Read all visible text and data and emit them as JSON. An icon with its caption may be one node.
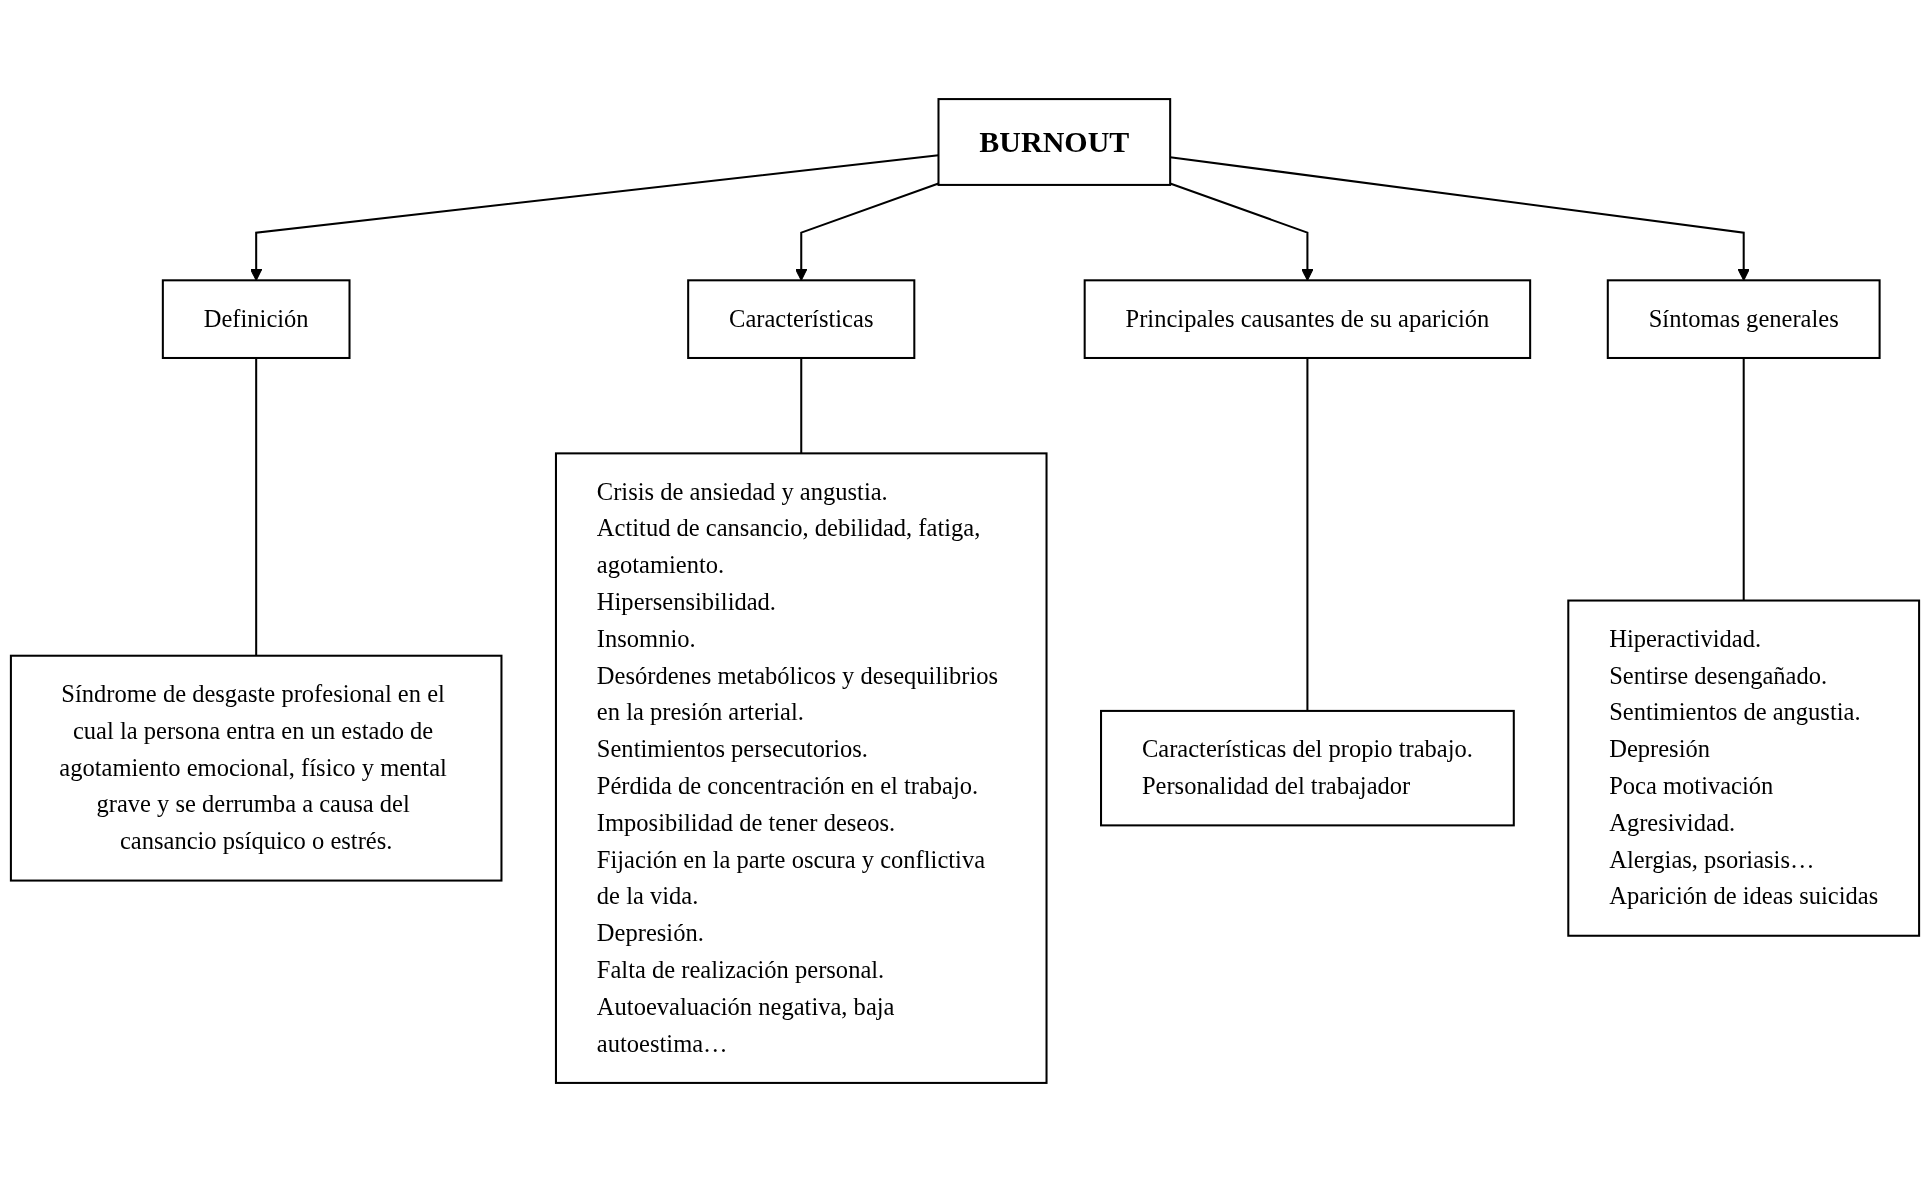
{
  "diagram": {
    "nodes": [
      {
        "text": [
          "BURNOUT"
        ]
      },
      {
        "text": [
          "Definición"
        ]
      },
      {
        "text": [
          "Características"
        ]
      },
      {
        "text": [
          "Principales causantes de su aparición"
        ]
      },
      {
        "text": [
          "Síntomas generales"
        ]
      },
      {
        "text": [
          "Síndrome de desgaste profesional en el cual la persona entra en un estado de agotamiento emocional, físico y mental grave y se derrumba a causa del cansancio psíquico o estrés."
        ]
      },
      {
        "text": [
          "Crisis de ansiedad y angustia.",
          "Actitud de cansancio, debilidad, fatiga, agotamiento.",
          "Hipersensibilidad.",
          "Insomnio.",
          "Desórdenes metabólicos y desequilibrios en la presión arterial.",
          "Sentimientos persecutorios.",
          "Pérdida de concentración en el trabajo.",
          "Imposibilidad de tener deseos.",
          "Fijación en la parte oscura y conflictiva de la vida.",
          "Depresión.",
          "Falta de realización personal. Autoevaluación negativa, baja autoestima…"
        ]
      },
      {
        "text": [
          "Características del propio trabajo.",
          "Personalidad del trabajador"
        ]
      },
      {
        "text": [
          "Hiperactividad.",
          "Sentirse desengañado.",
          "Sentimientos de angustia.",
          "Depresión",
          "Poca motivación",
          "Agresividad.",
          "Alergias, psoriasis…",
          "Aparición de ideas suicidas"
        ]
      }
    ],
    "edges": [
      {
        "from": 0,
        "to": 1,
        "arrow": "to"
      },
      {
        "from": 0,
        "to": 2,
        "arrow": "to"
      },
      {
        "from": 0,
        "to": 3,
        "arrow": "to"
      },
      {
        "from": 0,
        "to": 4,
        "arrow": "to"
      },
      {
        "from": 1,
        "to": 5,
        "arrow": "none"
      },
      {
        "from": 2,
        "to": 6,
        "arrow": "none"
      },
      {
        "from": 3,
        "to": 7,
        "arrow": "none"
      },
      {
        "from": 4,
        "to": 8,
        "arrow": "none"
      }
    ]
  }
}
